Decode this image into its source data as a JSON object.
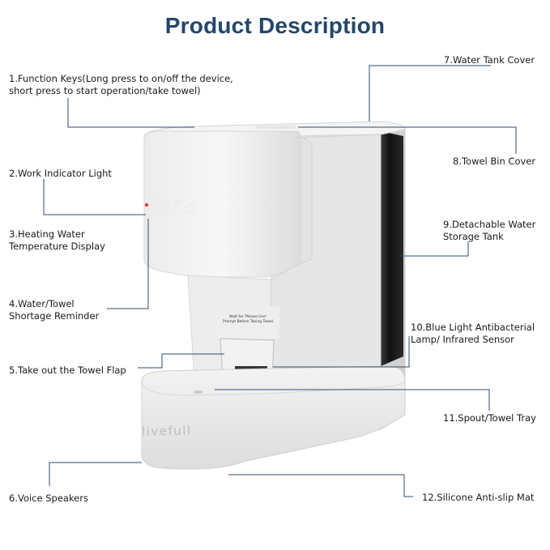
{
  "title": "Product Description",
  "brand": "livefull",
  "display_reading": "55°c",
  "flap_text": {
    "line1": "Wait for 'Please Use'",
    "line2": "Prompt Before Taking Towel."
  },
  "labels": {
    "l1_line1": "1.Function Keys(Long press to on/off the device,",
    "l1_line2": "short press to start operation/take towel)",
    "l2": "2.Work Indicator Light",
    "l3_line1": "3.Heating Water",
    "l3_line2": "Temperature Display",
    "l4_line1": "4.Water/Towel",
    "l4_line2": "Shortage Reminder",
    "l5": "5.Take out the Towel Flap",
    "l6": "6.Voice Speakers",
    "l7": "7.Water Tank Cover",
    "l8": "8.Towel Bin Cover",
    "l9_line1": "9.Detachable Water",
    "l9_line2": "Storage Tank",
    "l10_line1": "10.Blue Light Antibacterial",
    "l10_line2": "Lamp/ Infrared Sensor",
    "l11": "11.Spout/Towel Tray",
    "l12": "12.Silicone Anti-slip Mat"
  },
  "colors": {
    "title": "#23476b",
    "leader_line": "#2c4d70",
    "indicator_light": "#e23a3a"
  }
}
